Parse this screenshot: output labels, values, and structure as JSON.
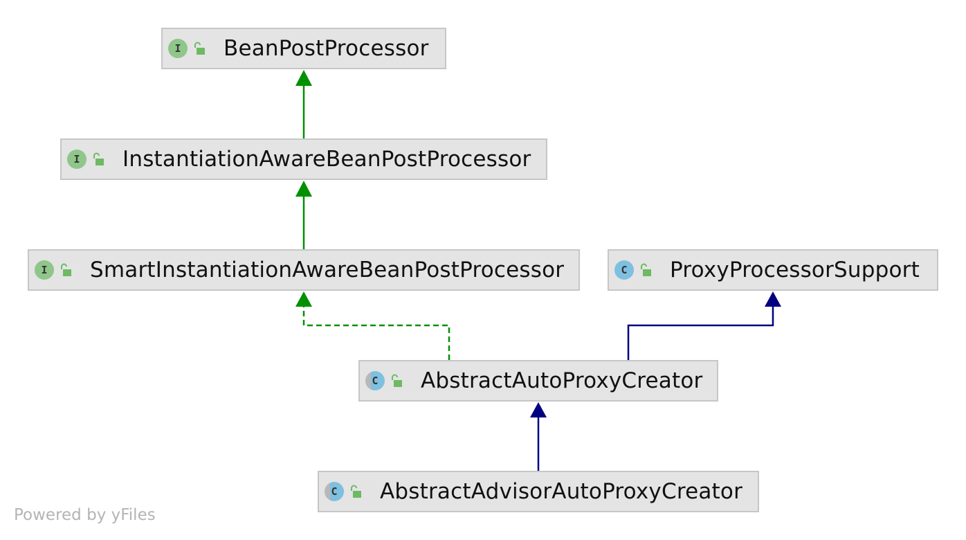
{
  "diagram": {
    "nodes": [
      {
        "id": "bean-post-processor",
        "label": "BeanPostProcessor",
        "kind": "interface",
        "icon": "interface-icon",
        "kind_letter": "I"
      },
      {
        "id": "instantiation-aware-bean-post-processor",
        "label": "InstantiationAwareBeanPostProcessor",
        "kind": "interface",
        "icon": "interface-icon",
        "kind_letter": "I"
      },
      {
        "id": "smart-instantiation-aware-bean-post-processor",
        "label": "SmartInstantiationAwareBeanPostProcessor",
        "kind": "interface",
        "icon": "interface-icon",
        "kind_letter": "I"
      },
      {
        "id": "proxy-processor-support",
        "label": "ProxyProcessorSupport",
        "kind": "class",
        "icon": "class-icon",
        "kind_letter": "C"
      },
      {
        "id": "abstract-auto-proxy-creator",
        "label": "AbstractAutoProxyCreator",
        "kind": "abstract-class",
        "icon": "abstract-class-icon",
        "kind_letter": "C"
      },
      {
        "id": "abstract-advisor-auto-proxy-creator",
        "label": "AbstractAdvisorAutoProxyCreator",
        "kind": "abstract-class",
        "icon": "abstract-class-icon",
        "kind_letter": "C"
      }
    ],
    "edges": [
      {
        "from": "instantiation-aware-bean-post-processor",
        "to": "bean-post-processor",
        "type": "extends-interface"
      },
      {
        "from": "smart-instantiation-aware-bean-post-processor",
        "to": "instantiation-aware-bean-post-processor",
        "type": "extends-interface"
      },
      {
        "from": "abstract-auto-proxy-creator",
        "to": "smart-instantiation-aware-bean-post-processor",
        "type": "implements"
      },
      {
        "from": "abstract-auto-proxy-creator",
        "to": "proxy-processor-support",
        "type": "extends-class"
      },
      {
        "from": "abstract-advisor-auto-proxy-creator",
        "to": "abstract-auto-proxy-creator",
        "type": "extends-class"
      }
    ],
    "colors": {
      "interface_edge": "#009000",
      "class_edge": "#000080",
      "node_fill": "#e4e4e4",
      "node_border": "#c6c6c6",
      "lock_green": "#6dba63"
    },
    "visibility_icon": "unlocked-padlock-icon"
  },
  "watermark": {
    "text": "Powered by yFiles"
  }
}
